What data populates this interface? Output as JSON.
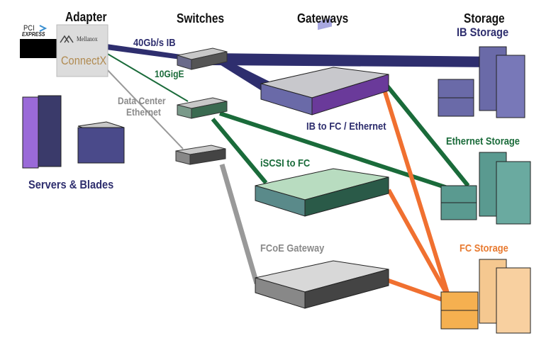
{
  "headers": {
    "adapter": "Adapter",
    "switches": "Switches",
    "gateways": "Gateways",
    "storage": "Storage"
  },
  "adapter_card": {
    "pci_top": "PCI",
    "pci_bottom": "EXPRESS",
    "vendor": "Mellanox",
    "product": "ConnectX"
  },
  "links": {
    "ib": "40Gb/s IB",
    "tengige": "10GigE",
    "dce_line1": "Data Center",
    "dce_line2": "Ethernet"
  },
  "gateways": {
    "ib_gw": "IB to FC / Ethernet",
    "iscsi_gw": "iSCSI to FC",
    "fcoe_gw": "FCoE Gateway"
  },
  "storage": {
    "ib": "IB Storage",
    "ethernet": "Ethernet Storage",
    "fc": "FC Storage"
  },
  "servers": "Servers & Blades",
  "colors": {
    "ib": "#2e2e6e",
    "ethernet": "#1a6b3a",
    "dce": "#999999",
    "fc": "#f07030",
    "ib_label": "#2e2e6e",
    "eth_label": "#1a6b3a",
    "dce_label": "#8a8a8a",
    "fc_label": "#e87a30"
  }
}
